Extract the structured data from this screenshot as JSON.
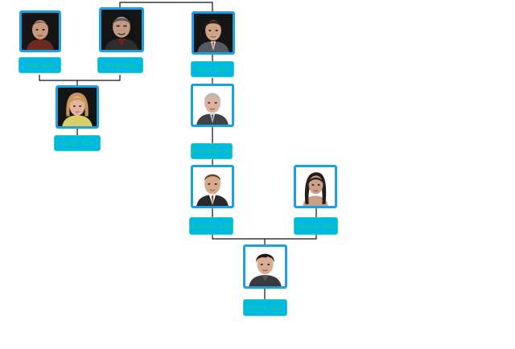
{
  "colors": {
    "frame": "#1e9fe0",
    "tag_fill": "#00b8e6",
    "tag_text": "#1fd07a",
    "line": "#111111"
  },
  "people": {
    "vita": {
      "name": "Vita Alto",
      "portrait": "female-sim-portrait-dark-hair-icon"
    },
    "nick": {
      "name": "Nick Alto",
      "portrait": "male-sim-portrait-older-icon"
    },
    "bert": {
      "name": "Bert Alto",
      "portrait": "male-sim-portrait-suit-icon"
    },
    "holly": {
      "name": "Holly Alto",
      "portrait": "female-sim-portrait-blonde-icon"
    },
    "franklin": {
      "name": "Franklin Alto",
      "portrait": "male-sim-portrait-grey-hair-icon"
    },
    "andrew": {
      "name": "Andrew Alto",
      "portrait": "male-sim-portrait-tie-icon"
    },
    "jennie": {
      "name": "Jennie Alto",
      "portrait": "female-sim-portrait-long-hair-icon"
    },
    "derek": {
      "name": "Derek Alto",
      "portrait": "male-sim-portrait-young-icon"
    }
  }
}
